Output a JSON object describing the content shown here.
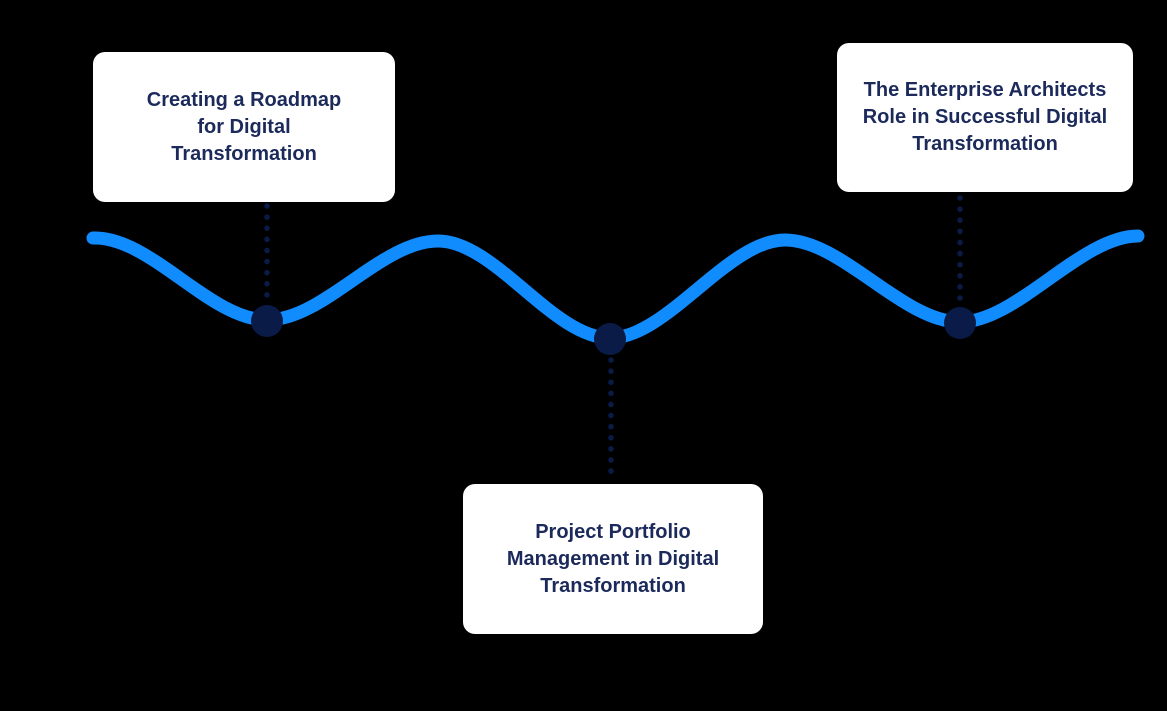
{
  "colors": {
    "background": "#000000",
    "card_background": "#FFFFFF",
    "text_navy": "#1B2A5B",
    "wave_blue": "#118CFF",
    "dot_navy": "#0A1B47"
  },
  "milestones": [
    {
      "label": "Creating a Roadmap for Digital Transformation",
      "lines": [
        "Creating a Roadmap",
        "for Digital",
        "Transformation"
      ]
    },
    {
      "label": "Project Portfolio Management in Digital Transformation",
      "lines": [
        "Project Portfolio",
        "Management in Digital",
        "Transformation"
      ]
    },
    {
      "label": "The Enterprise Architects Role in Successful Digital Transformation",
      "lines": [
        "The Enterprise Architects",
        "Role in Successful Digital",
        "Transformation"
      ]
    }
  ]
}
